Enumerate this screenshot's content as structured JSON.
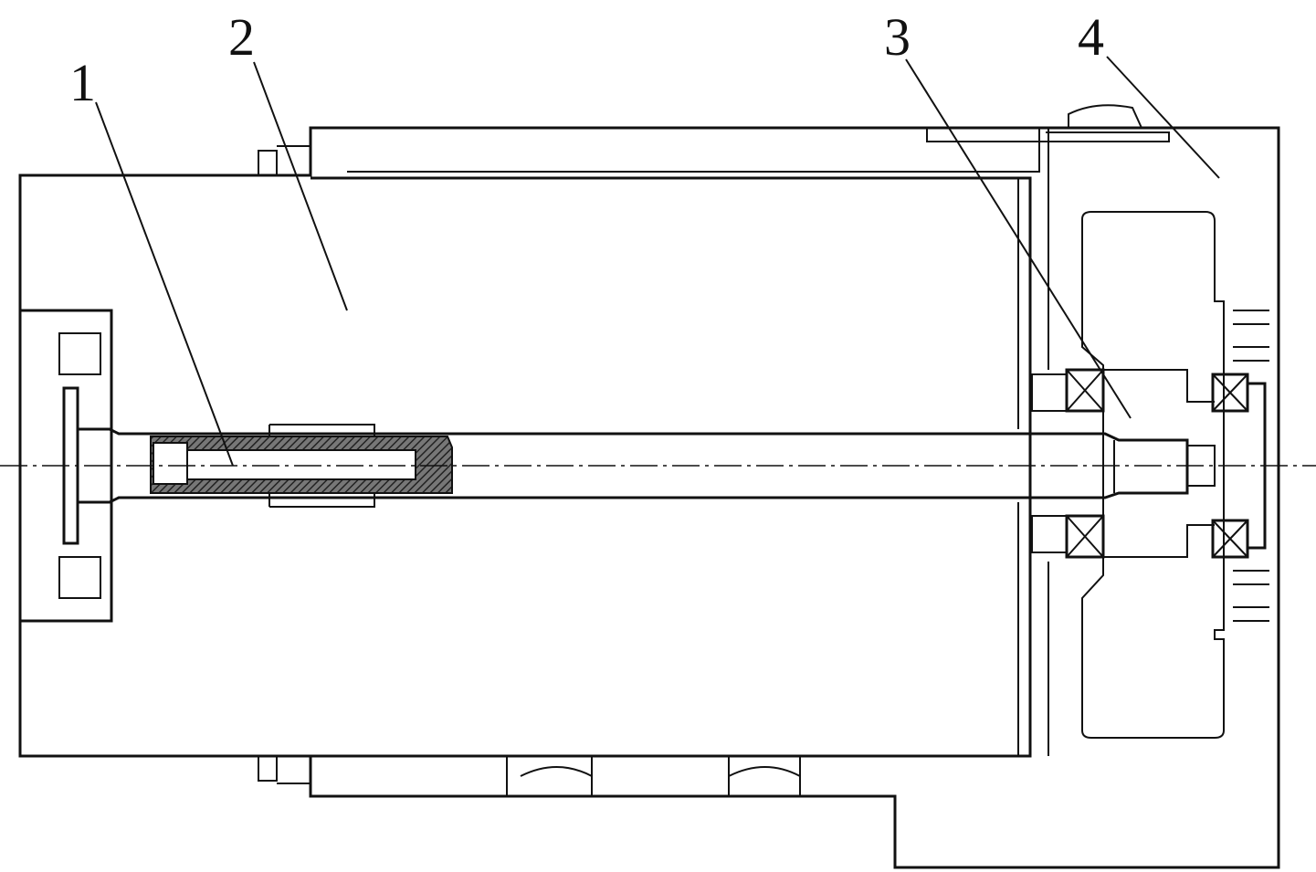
{
  "figure": {
    "type": "cross-section drawing",
    "part_labels": [
      {
        "id": "1",
        "text": "1"
      },
      {
        "id": "2",
        "text": "2"
      },
      {
        "id": "3",
        "text": "3"
      },
      {
        "id": "4",
        "text": "4"
      }
    ],
    "colors": {
      "line": "#111111",
      "hatch": "#333333",
      "background": "#ffffff"
    }
  }
}
